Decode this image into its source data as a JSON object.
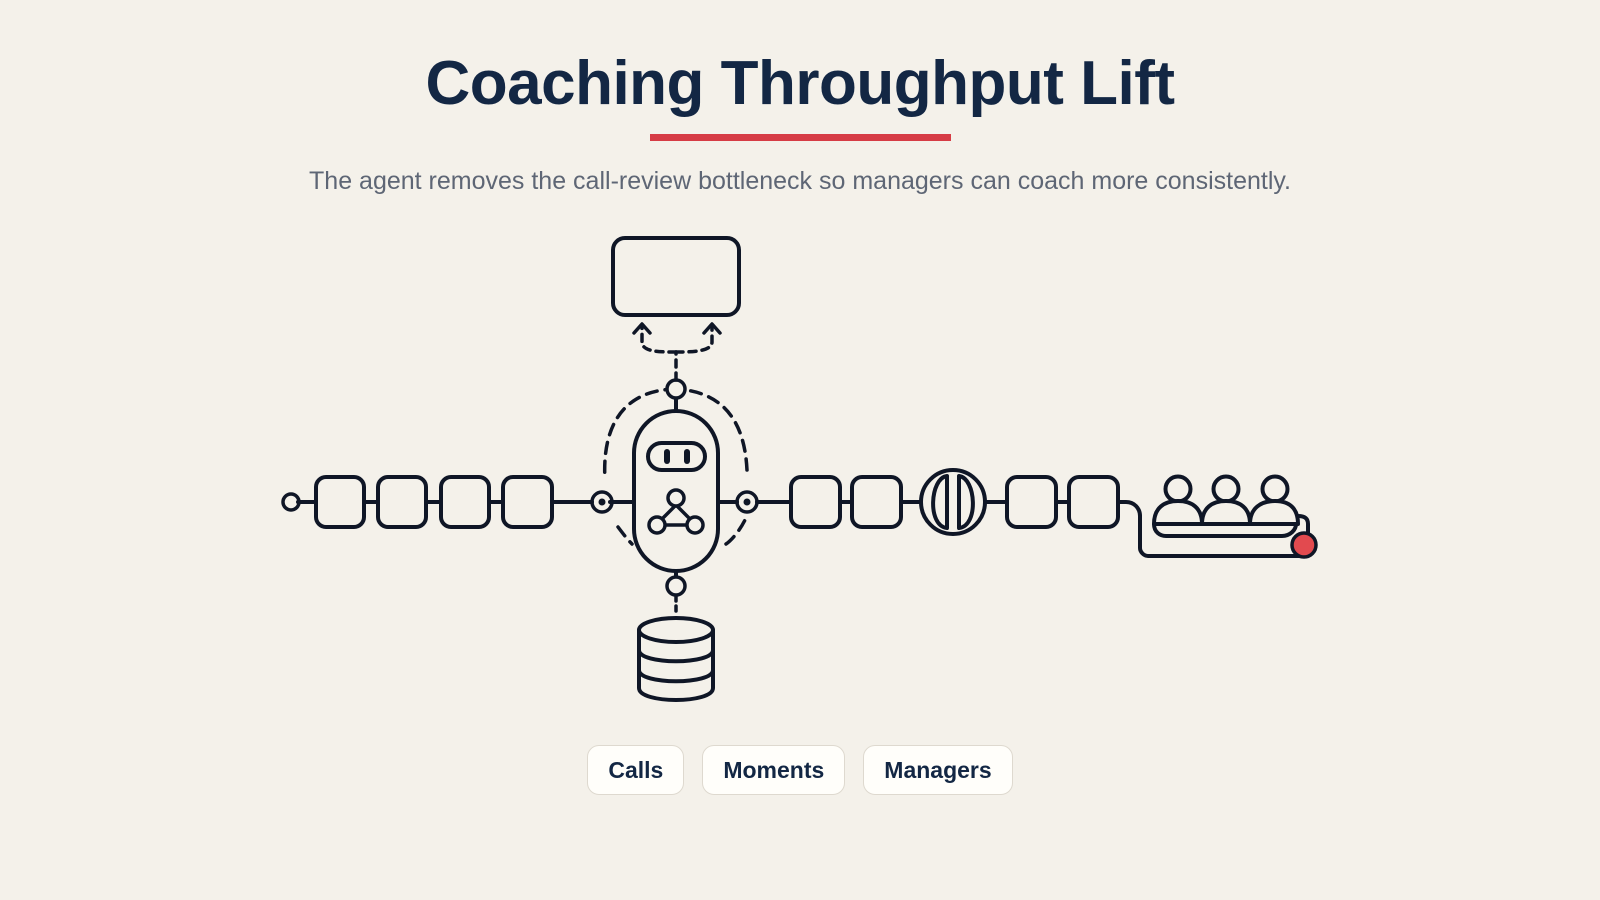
{
  "header": {
    "title": "Coaching Throughput Lift",
    "subtitle": "The agent removes the call-review bottleneck so managers can coach more consistently."
  },
  "chips": [
    {
      "label": "Calls"
    },
    {
      "label": "Moments"
    },
    {
      "label": "Managers"
    }
  ],
  "colors": {
    "background": "#f4f1ea",
    "ink": "#0f1626",
    "title": "#132744",
    "accent": "#d63c45",
    "alert_dot": "#e24a4f"
  },
  "icons": {
    "agent": "robot-icon",
    "store": "database-icon",
    "output": "report-card-icon",
    "gate": "filter-gate-icon",
    "audience": "people-group-icon"
  }
}
